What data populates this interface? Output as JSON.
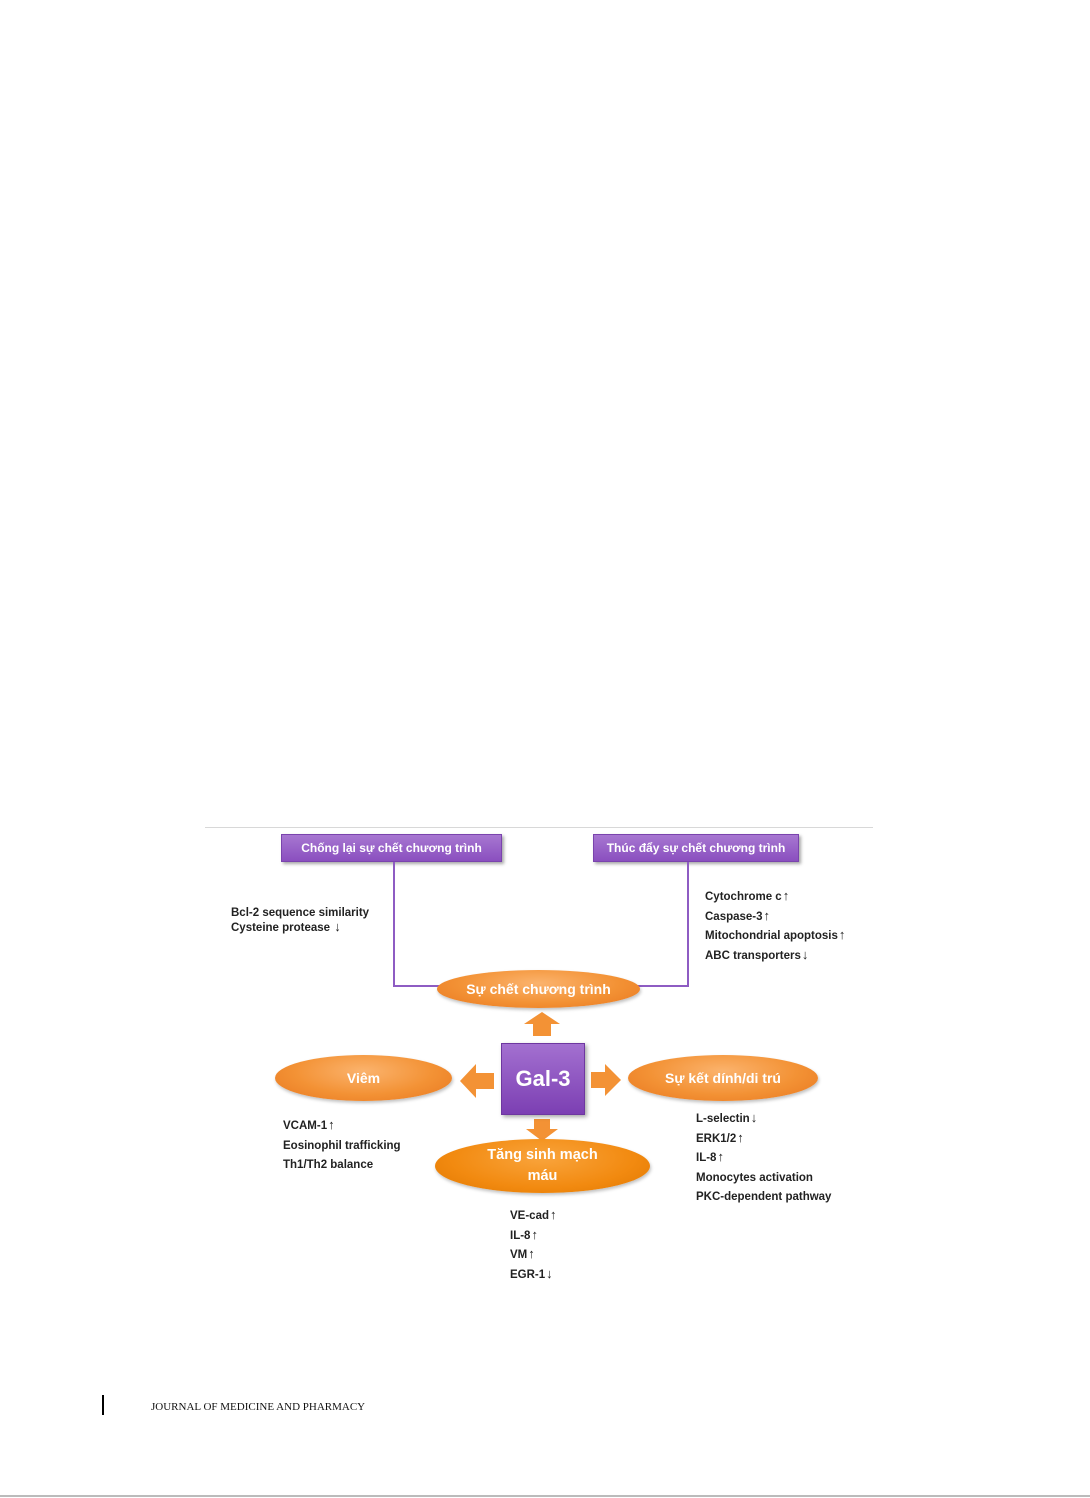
{
  "diagram": {
    "top_left_box": "Chống lại sự chết chương trình",
    "top_right_box": "Thúc đẩy sự chết chương trình",
    "center": "Gal-3",
    "apoptosis": "Sự chết chương trình",
    "inflammation": "Viêm",
    "adhesion": "Sự kết dính/di trú",
    "angiogenesis": "Tăng sinh mạch máu",
    "anti_apoptosis_factors": [
      "Bcl-2 sequence similarity",
      "Cysteine protease"
    ],
    "anti_apoptosis_arrows": [
      "",
      "↓"
    ],
    "pro_apoptosis_factors": [
      "Cytochrome c",
      "Caspase-3",
      "Mitochondrial apoptosis",
      "ABC transporters"
    ],
    "pro_apoptosis_arrows": [
      "↑",
      "↑",
      "↑",
      "↓"
    ],
    "inflammation_factors": [
      "VCAM-1",
      "Eosinophil trafficking",
      "Th1/Th2 balance"
    ],
    "inflammation_arrows": [
      "↑",
      "",
      ""
    ],
    "adhesion_factors": [
      "L-selectin",
      "ERK1/2",
      "IL-8",
      "Monocytes activation",
      "PKC-dependent pathway"
    ],
    "adhesion_arrows": [
      "↓",
      "↑",
      "↑",
      "",
      ""
    ],
    "angiogenesis_factors": [
      "VE-cad",
      "IL-8",
      "VM",
      "EGR-1"
    ],
    "angiogenesis_arrows": [
      "↑",
      "↑",
      "↑",
      "↓"
    ],
    "colors": {
      "purple": "#8a4fbf",
      "orange": "#f39235",
      "dark_orange": "#f28a10"
    },
    "arrow_icons": [
      "up-arrow-icon",
      "left-arrow-icon",
      "right-arrow-icon",
      "down-arrow-icon"
    ]
  },
  "footer": {
    "journal": "JOURNAL OF MEDICINE AND PHARMACY"
  }
}
